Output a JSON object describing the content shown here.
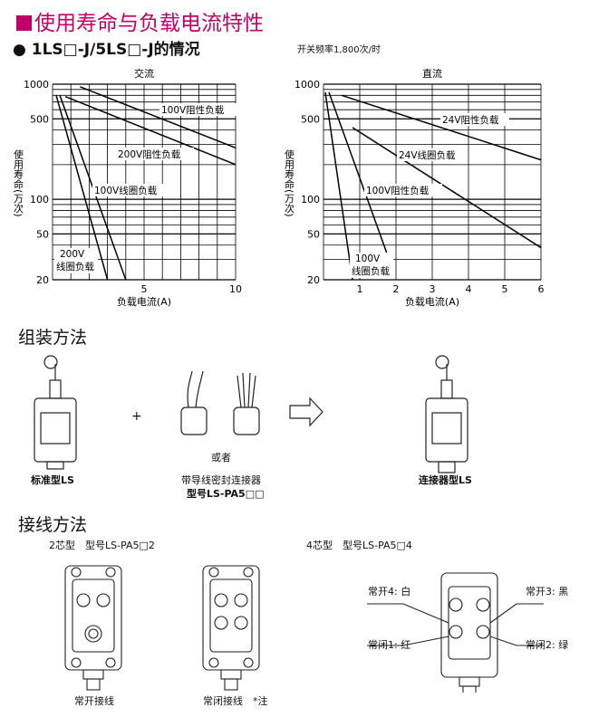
{
  "header": {
    "title": "使用寿命与负载电流特性",
    "subtitle": "1LS□-J/5LS□-J的情况",
    "note": "开关频率1,800次/时"
  },
  "chart_data": [
    {
      "type": "line",
      "title": "交流",
      "xlabel": "负载电流(A)",
      "ylabel": "使用寿命(万次)",
      "yscale": "log",
      "xlim": [
        0,
        10
      ],
      "ylim": [
        20,
        1000
      ],
      "xticks": [
        "5",
        "10"
      ],
      "xtick_values": [
        5,
        10
      ],
      "yticks": [
        "1000",
        "500",
        "100",
        "50",
        "20"
      ],
      "ytick_values": [
        1000,
        500,
        100,
        50,
        20
      ],
      "series": [
        {
          "name": "100V阻性负载",
          "x": [
            1.5,
            10
          ],
          "y": [
            950,
            280
          ]
        },
        {
          "name": "200V阻性负载",
          "x": [
            0.7,
            10
          ],
          "y": [
            780,
            200
          ]
        },
        {
          "name": "100V线圈负载",
          "x": [
            0.4,
            4
          ],
          "y": [
            800,
            20
          ]
        },
        {
          "name": "200V线圈负载",
          "x": [
            0.2,
            3
          ],
          "y": [
            800,
            20
          ]
        }
      ]
    },
    {
      "type": "line",
      "title": "直流",
      "xlabel": "负载电流(A)",
      "ylabel": "使用寿命(万次)",
      "yscale": "log",
      "xlim": [
        0,
        6
      ],
      "ylim": [
        20,
        1000
      ],
      "xticks": [
        "1",
        "2",
        "3",
        "4",
        "5",
        "6"
      ],
      "xtick_values": [
        1,
        2,
        3,
        4,
        5,
        6
      ],
      "yticks": [
        "1000",
        "500",
        "100",
        "50",
        "20"
      ],
      "ytick_values": [
        1000,
        500,
        100,
        50,
        20
      ],
      "series": [
        {
          "name": "24V阻性负载",
          "x": [
            0.5,
            6
          ],
          "y": [
            800,
            220
          ]
        },
        {
          "name": "24V线圈负载",
          "x": [
            0.8,
            6
          ],
          "y": [
            420,
            38
          ]
        },
        {
          "name": "100V阻性负载",
          "x": [
            0.15,
            1.9
          ],
          "y": [
            850,
            25
          ]
        },
        {
          "name": "100V线圈负载",
          "x": [
            0.05,
            0.8
          ],
          "y": [
            850,
            20
          ]
        }
      ]
    }
  ],
  "assembly": {
    "heading": "组装方法",
    "standard": "标准型LS",
    "plus": "+",
    "or": "或者",
    "connector_line1": "带导线密封连接器",
    "connector_line2": "型号LS-PA5□□",
    "result": "连接器型LS"
  },
  "wiring": {
    "heading": "接线方法",
    "two_core": "2芯型　型号LS-PA5□2",
    "four_core": "4芯型　型号LS-PA5□4",
    "no_label": "常开接线",
    "nc_label": "常闭接线　*注",
    "wires": [
      "常开4: 白",
      "常开3: 黑",
      "常闭1: 红",
      "常闭2: 绿"
    ]
  }
}
